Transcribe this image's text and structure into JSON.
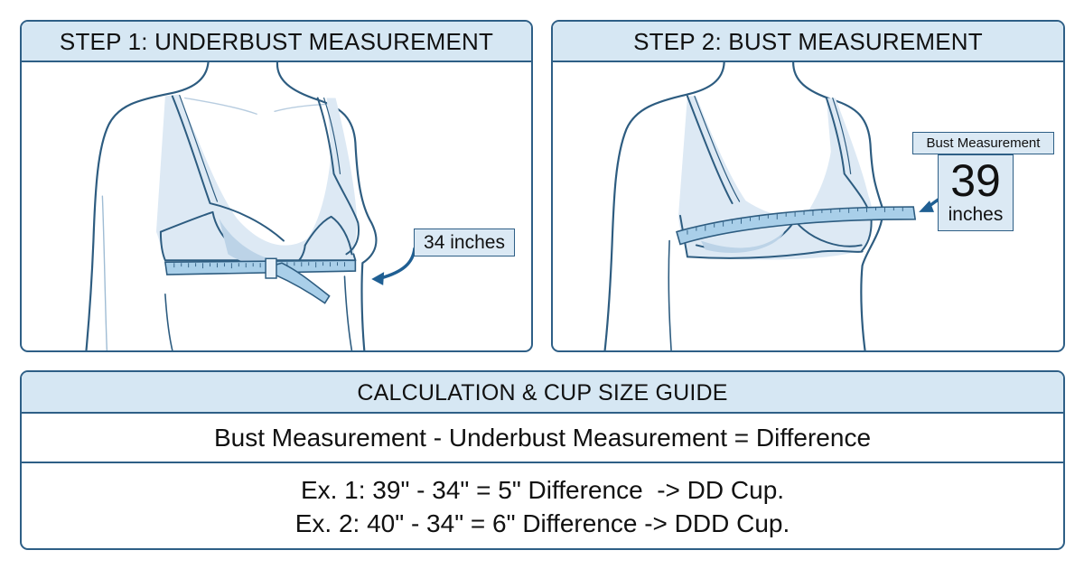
{
  "step1": {
    "title": "STEP 1: UNDERBUST MEASUREMENT",
    "callout": "34 inches",
    "measurement_value": 34,
    "measurement_unit": "inches",
    "tape_position": "underbust (below bra band)"
  },
  "step2": {
    "title": "STEP 2: BUST MEASUREMENT",
    "callout_label": "Bust Measurement",
    "callout_value": "39",
    "callout_unit": "inches",
    "tape_position": "fullest part of bust"
  },
  "calculation": {
    "title": "CALCULATION & CUP SIZE GUIDE",
    "formula": "Bust Measurement - Underbust Measurement  = Difference",
    "examples": [
      "Ex. 1: 39\" - 34\" = 5\" Difference  -> DD Cup.",
      "Ex. 2: 40\" - 34\" = 6\" Difference -> DDD Cup."
    ]
  },
  "colors": {
    "border": "#2e5f86",
    "header_fill": "#d6e7f3",
    "callout_fill": "#dbe9f4",
    "outline": "#2d5c80",
    "bra_fill": "#dde9f4",
    "bra_shade": "#bcd3e7",
    "tape_fill": "#a9cfe9",
    "arrow": "#1f5f93"
  }
}
